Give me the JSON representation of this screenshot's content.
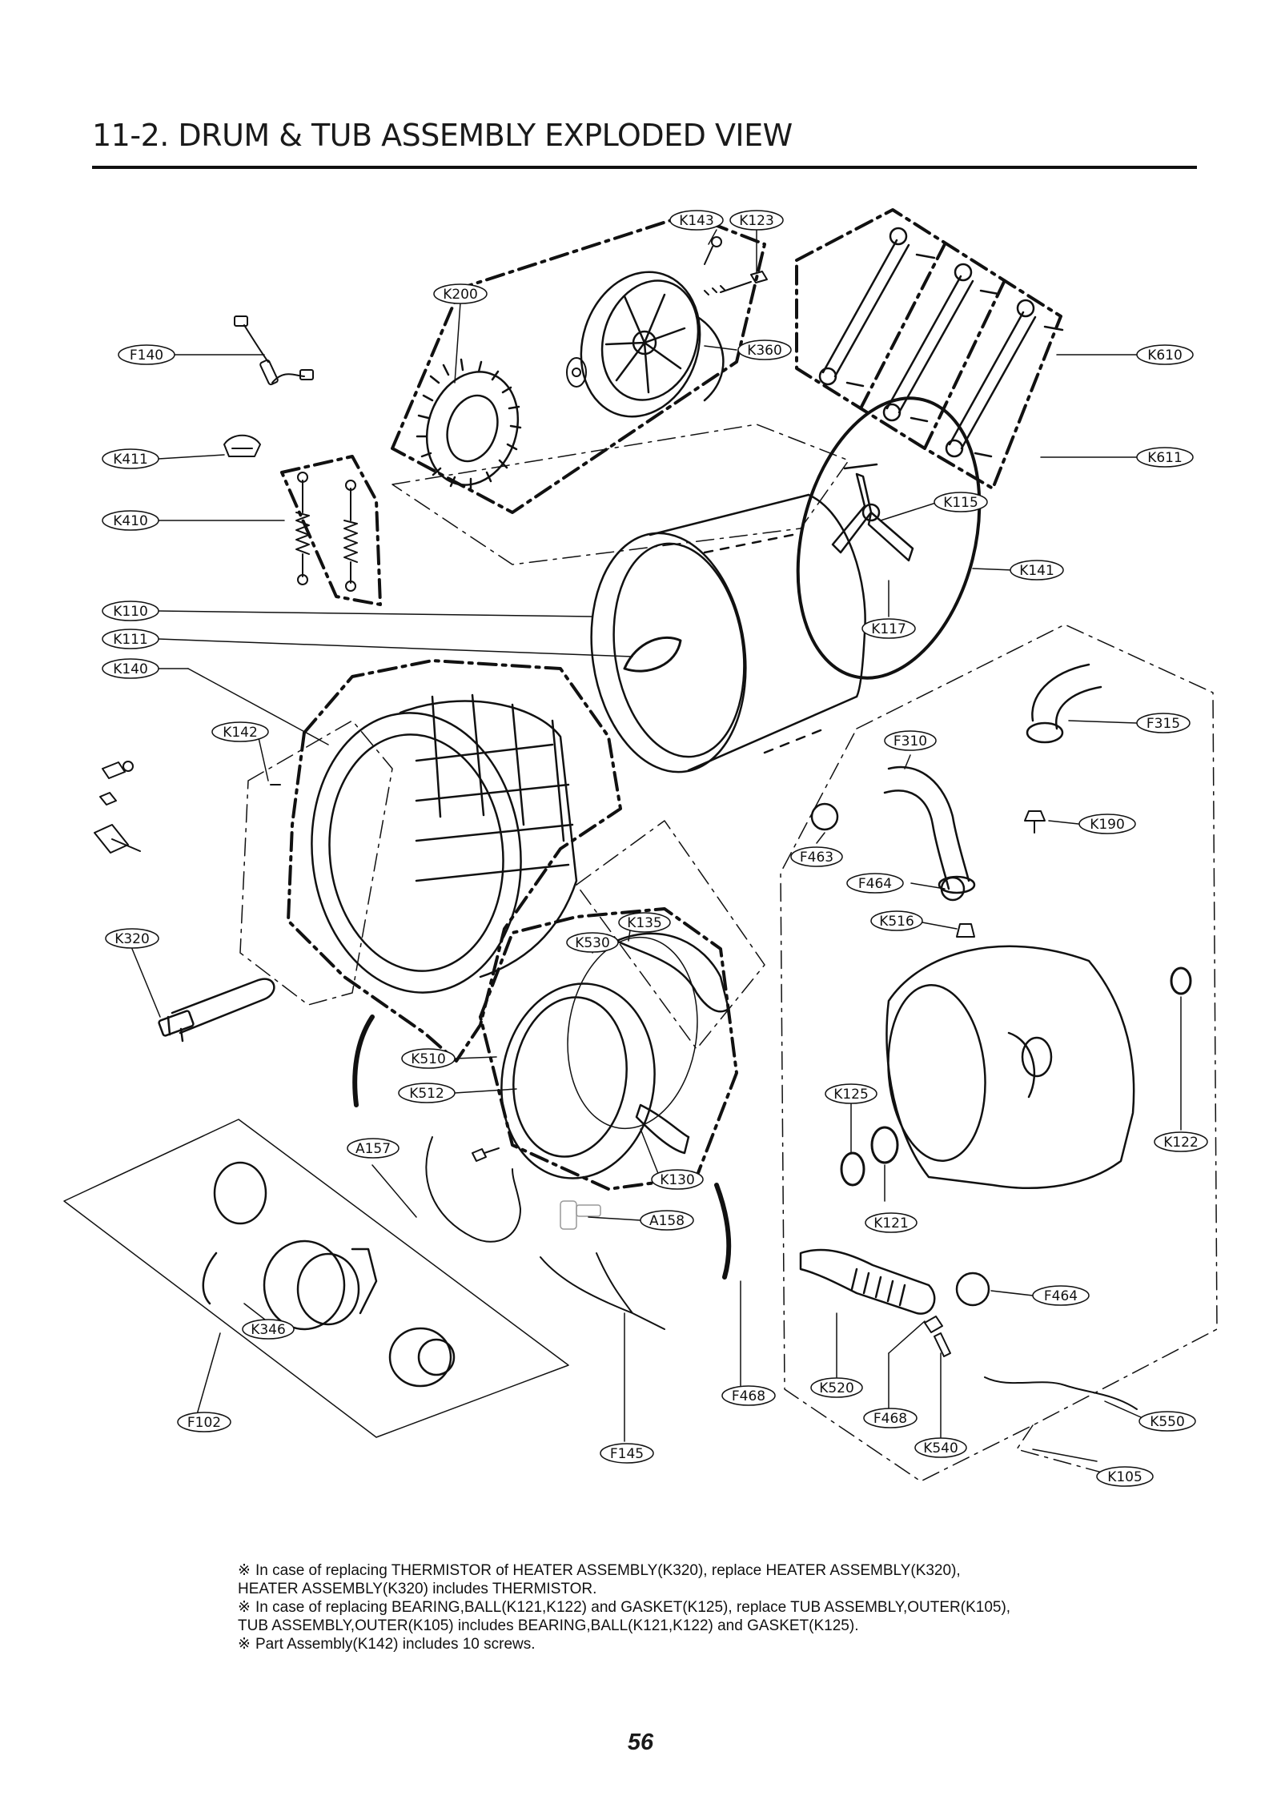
{
  "page": {
    "title": "11-2. DRUM & TUB ASSEMBLY EXPLODED VIEW",
    "page_number": "56"
  },
  "callouts": [
    {
      "id": "K143",
      "label": "K143"
    },
    {
      "id": "K123",
      "label": "K123"
    },
    {
      "id": "K200",
      "label": "K200"
    },
    {
      "id": "F140",
      "label": "F140"
    },
    {
      "id": "K360",
      "label": "K360"
    },
    {
      "id": "K610",
      "label": "K610"
    },
    {
      "id": "K411",
      "label": "K411"
    },
    {
      "id": "K611",
      "label": "K611"
    },
    {
      "id": "K115",
      "label": "K115"
    },
    {
      "id": "K410",
      "label": "K410"
    },
    {
      "id": "K141",
      "label": "K141"
    },
    {
      "id": "K110",
      "label": "K110"
    },
    {
      "id": "K117",
      "label": "K117"
    },
    {
      "id": "K111",
      "label": "K111"
    },
    {
      "id": "K140",
      "label": "K140"
    },
    {
      "id": "F315",
      "label": "F315"
    },
    {
      "id": "K142",
      "label": "K142"
    },
    {
      "id": "F310",
      "label": "F310"
    },
    {
      "id": "K190",
      "label": "K190"
    },
    {
      "id": "F463",
      "label": "F463"
    },
    {
      "id": "F464a",
      "label": "F464"
    },
    {
      "id": "K516",
      "label": "K516"
    },
    {
      "id": "K135",
      "label": "K135"
    },
    {
      "id": "K530",
      "label": "K530"
    },
    {
      "id": "K320",
      "label": "K320"
    },
    {
      "id": "K510",
      "label": "K510"
    },
    {
      "id": "K512",
      "label": "K512"
    },
    {
      "id": "K125",
      "label": "K125"
    },
    {
      "id": "K122",
      "label": "K122"
    },
    {
      "id": "A157",
      "label": "A157"
    },
    {
      "id": "K130",
      "label": "K130"
    },
    {
      "id": "A158",
      "label": "A158"
    },
    {
      "id": "K121",
      "label": "K121"
    },
    {
      "id": "F464b",
      "label": "F464"
    },
    {
      "id": "K346",
      "label": "K346"
    },
    {
      "id": "F468a",
      "label": "F468"
    },
    {
      "id": "K520",
      "label": "K520"
    },
    {
      "id": "F468b",
      "label": "F468"
    },
    {
      "id": "K550",
      "label": "K550"
    },
    {
      "id": "F102",
      "label": "F102"
    },
    {
      "id": "K540",
      "label": "K540"
    },
    {
      "id": "F145",
      "label": "F145"
    },
    {
      "id": "K105",
      "label": "K105"
    }
  ],
  "notes": [
    {
      "mark": "※",
      "text": "In case of replacing THERMISTOR of HEATER ASSEMBLY(K320), replace HEATER ASSEMBLY(K320),",
      "continuation": "HEATER ASSEMBLY(K320) includes THERMISTOR."
    },
    {
      "mark": "※",
      "text": "In case of replacing BEARING,BALL(K121,K122) and GASKET(K125), replace TUB ASSEMBLY,OUTER(K105),",
      "continuation": "TUB ASSEMBLY,OUTER(K105) includes BEARING,BALL(K121,K122) and GASKET(K125)."
    },
    {
      "mark": "※",
      "text": "Part Assembly(K142) includes 10 screws.",
      "continuation": ""
    }
  ]
}
